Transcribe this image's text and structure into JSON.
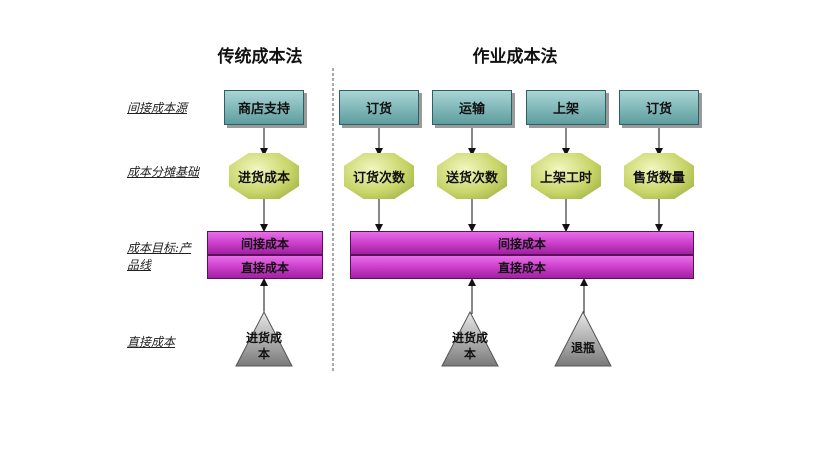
{
  "titles": {
    "traditional": "传统成本法",
    "activity": "作业成本法"
  },
  "row_labels": {
    "indirect_source": "间接成本源",
    "allocation_basis": "成本分摊基础",
    "cost_object": "成本目标:产品线",
    "direct_cost": "直接成本"
  },
  "traditional": {
    "source": "商店支持",
    "driver": "进货成本",
    "indirect_band": "间接成本",
    "direct_band": "直接成本",
    "direct_cost": "进货成本"
  },
  "activity": {
    "sources": [
      "订货",
      "运输",
      "上架",
      "订货"
    ],
    "drivers": [
      "订货次数",
      "送货次数",
      "上架工时",
      "售货数量"
    ],
    "indirect_band": "间接成本",
    "direct_band": "直接成本",
    "direct_costs": [
      "进货成本",
      "退瓶"
    ]
  },
  "colors": {
    "source_top": "#a9d5d5",
    "source_bottom": "#5e9d9f",
    "driver": "#c8d66a",
    "band": "#cc3fcc",
    "triangle": "#909090"
  }
}
